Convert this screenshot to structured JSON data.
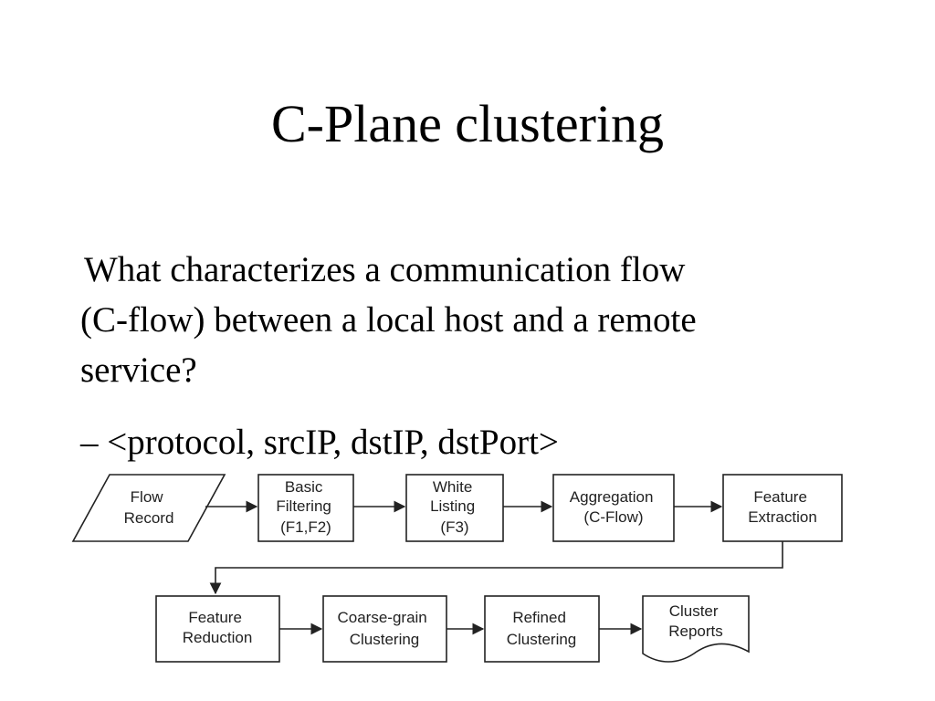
{
  "slide": {
    "title": "C-Plane clustering",
    "question_line1": "What characterizes a communication flow",
    "question_line2": "(C-flow) between a local host and a remote",
    "question_line3": "service?",
    "bullet": "– <protocol, srcIP, dstIP, dstPort>"
  },
  "diagram": {
    "flow_record": [
      "Flow",
      "Record"
    ],
    "basic_filtering": [
      "Basic",
      "Filtering",
      "(F1,F2)"
    ],
    "white_listing": [
      "White",
      "Listing",
      "(F3)"
    ],
    "aggregation": [
      "Aggregation",
      "(C-Flow)"
    ],
    "feature_extraction": [
      "Feature",
      "Extraction"
    ],
    "feature_reduction": [
      "Feature",
      "Reduction"
    ],
    "coarse_clustering": [
      "Coarse-grain",
      "Clustering"
    ],
    "refined_clustering": [
      "Refined",
      "Clustering"
    ],
    "cluster_reports": [
      "Cluster",
      "Reports"
    ]
  }
}
